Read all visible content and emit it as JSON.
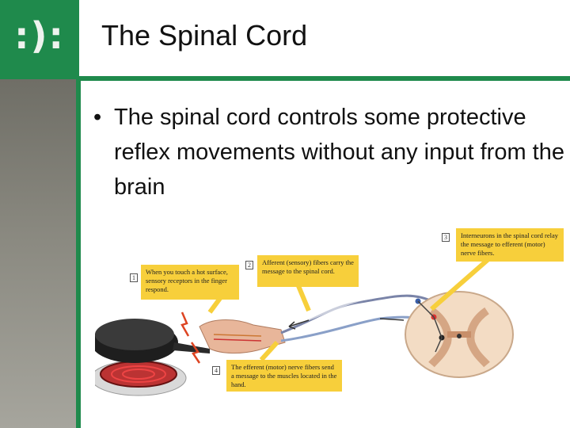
{
  "logo": {
    "text": ":):"
  },
  "slide": {
    "title": "The Spinal Cord",
    "bullet_marker": "•",
    "bullet": "The spinal cord controls some protective reflex movements without any input from the brain"
  },
  "figure": {
    "steps": [
      {
        "number": "1",
        "text": "When you touch a hot surface, sensory receptors in the finger respond."
      },
      {
        "number": "2",
        "text": "Afferent (sensory) fibers carry the message to the spinal cord."
      },
      {
        "number": "3",
        "text": "Interneurons in the spinal cord relay the message to efferent (motor) nerve fibers."
      },
      {
        "number": "4",
        "text": "The efferent (motor) nerve fibers send a message to the muscles located in the hand."
      }
    ]
  },
  "colors": {
    "accent": "#1f8a4c",
    "callout": "#f7cf3b"
  }
}
